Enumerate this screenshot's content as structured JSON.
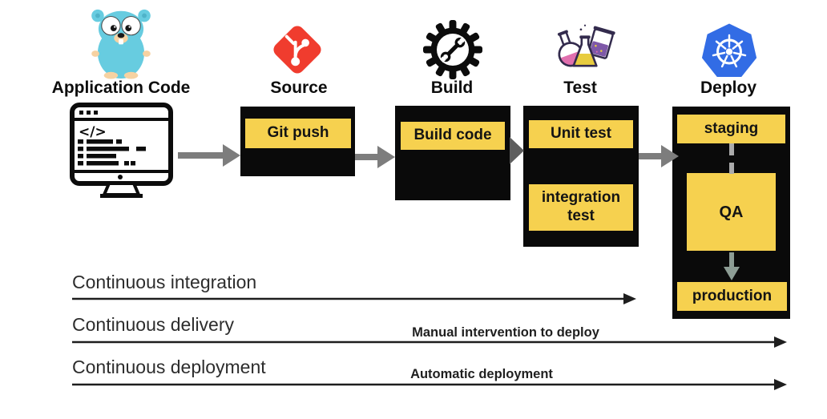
{
  "diagram": {
    "title_implicit": "CI/CD pipeline",
    "stages": [
      {
        "label": "Application Code",
        "icon": "gopher-icon",
        "steps": []
      },
      {
        "label": "Source",
        "icon": "git-icon",
        "steps": [
          "Git push"
        ]
      },
      {
        "label": "Build",
        "icon": "gear-wrench-icon",
        "steps": [
          "Build code"
        ]
      },
      {
        "label": "Test",
        "icon": "flasks-icon",
        "steps": [
          "Unit test",
          "integration test"
        ]
      },
      {
        "label": "Deploy",
        "icon": "kubernetes-icon",
        "steps": [
          "staging",
          "QA",
          "production"
        ]
      }
    ],
    "tracks": [
      {
        "label": "Continuous integration",
        "annotation": ""
      },
      {
        "label": "Continuous delivery",
        "annotation": "Manual intervention to deploy"
      },
      {
        "label": "Continuous deployment",
        "annotation": "Automatic deployment"
      }
    ],
    "colors": {
      "step_yellow": "#F6D14F",
      "box_black": "#0A0A0A",
      "arrow_gray": "#7D7D7D",
      "git_red": "#F03C2E",
      "kubernetes_blue": "#326CE5",
      "gopher_teal": "#67CCE0",
      "gopher_tan": "#F6D2A2",
      "flask_pink": "#E06FAE",
      "flask_yellow": "#E8CC3F",
      "flask_purple": "#7E58A8",
      "connector_gray": "#ABABAB",
      "down_arrow_gray_green": "#8C9C94",
      "line_black": "#1e1e1e"
    }
  }
}
